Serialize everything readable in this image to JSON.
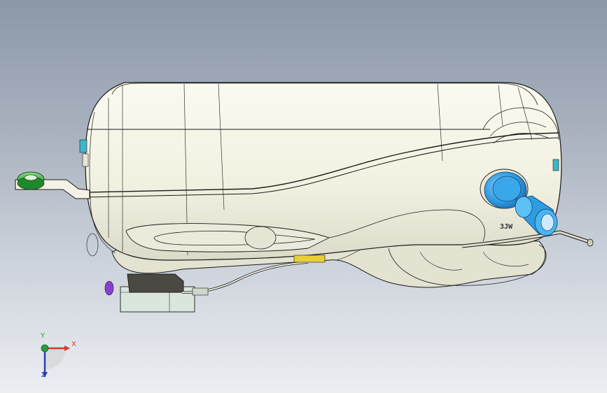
{
  "scene": {
    "background_top": "#8c97a8",
    "background_bottom": "#eceef2",
    "model_body_color": "#f3f2e4",
    "edge_color": "#1a1a1a",
    "filler_neck_color": "#2f9be0",
    "bracket_color": "#3ab54a",
    "connector_color": "#3fb6c8",
    "sensor_color": "#e6cf3a",
    "part_marking": "3JW"
  },
  "triad": {
    "x_label": "X",
    "y_label": "Y",
    "z_label": "Z",
    "x_color": "#d43a2a",
    "y_color": "#2e9a3a",
    "z_color": "#2a3fb0"
  }
}
